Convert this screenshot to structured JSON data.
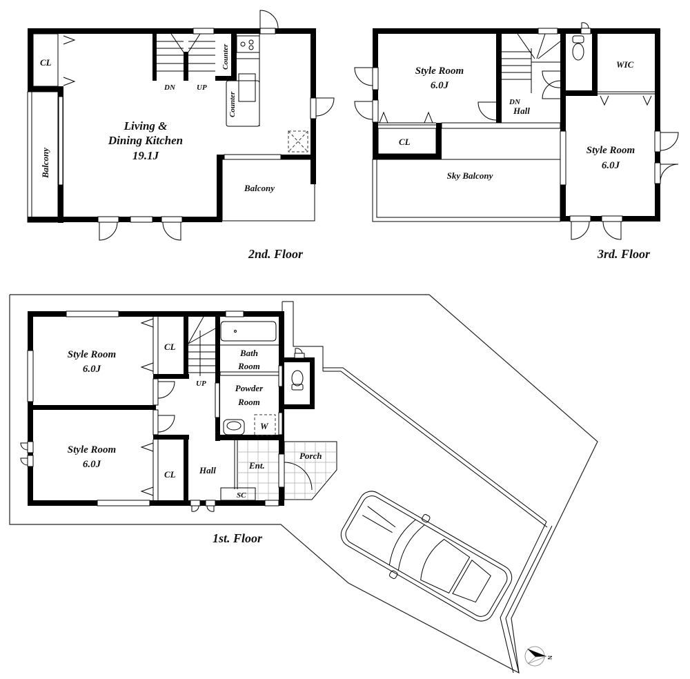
{
  "floors": {
    "second": {
      "title": "2nd. Floor",
      "rooms": {
        "closet": "CL",
        "balcony_west": "Balcony",
        "ldk_line1": "Living &",
        "ldk_line2": "Dining Kitchen",
        "ldk_size": "19.1J",
        "stairs_down": "DN",
        "stairs_up": "UP",
        "counter_top": "Counter",
        "counter_side": "Counter",
        "balcony_east": "Balcony"
      }
    },
    "third": {
      "title": "3rd. Floor",
      "rooms": {
        "style_room_nw": "Style Room",
        "style_room_nw_size": "6.0J",
        "stairs_down": "DN",
        "hall": "Hall",
        "wic": "WIC",
        "closet": "CL",
        "sky_balcony": "Sky Balcony",
        "style_room_e": "Style Room",
        "style_room_e_size": "6.0J"
      }
    },
    "first": {
      "title": "1st. Floor",
      "rooms": {
        "style_room_n": "Style Room",
        "style_room_n_size": "6.0J",
        "style_room_s": "Style Room",
        "style_room_s_size": "6.0J",
        "closet_n": "CL",
        "closet_s": "CL",
        "stairs_up": "UP",
        "bath_line1": "Bath",
        "bath_line2": "Room",
        "powder_line1": "Powder",
        "powder_line2": "Room",
        "washer": "W",
        "hall": "Hall",
        "entrance": "Ent.",
        "porch": "Porch",
        "shoe_closet": "SC"
      }
    }
  },
  "compass": {
    "label": "N"
  },
  "colors": {
    "wall": "#000000",
    "background": "#ffffff",
    "tile_grid": "#aaaaaa"
  }
}
